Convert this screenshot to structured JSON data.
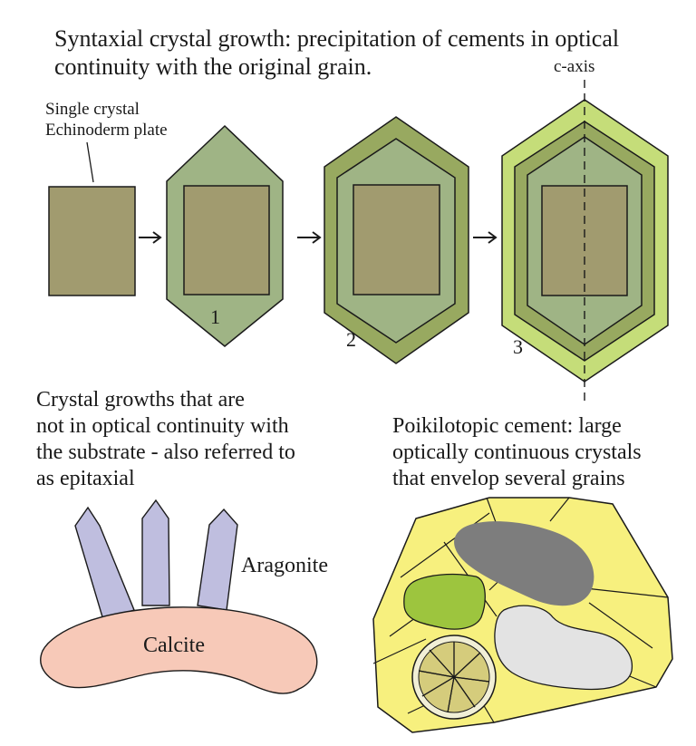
{
  "title": {
    "line1": "Syntaxial crystal growth: precipitation of cements in optical",
    "line2": "continuity with the original grain."
  },
  "syntaxial": {
    "plate_label_line1": "Single crystal",
    "plate_label_line2": "Echinoderm plate",
    "axis_label": "c-axis",
    "stage_labels": [
      "1",
      "2",
      "3"
    ],
    "arrow_glyph": "→"
  },
  "epitaxial": {
    "heading_line1": "Crystal growths that are",
    "heading_line2": "not in optical continuity with",
    "heading_line3": "the substrate - also referred to",
    "heading_line4": "as epitaxial",
    "aragonite_label": "Aragonite",
    "calcite_label": "Calcite"
  },
  "poikilotopic": {
    "heading_line1": "Poikilotopic cement: large",
    "heading_line2": "optically continuous crystals",
    "heading_line3": "that envelop several grains"
  },
  "colors": {
    "plate": "#a19b6f",
    "overgrowth_1": "#9fb485",
    "overgrowth_2": "#98a960",
    "overgrowth_3": "#c5dd79",
    "aragonite": "#bfbedf",
    "calcite": "#f7c9b8",
    "poikilotopic_cement": "#f7f07e",
    "grain_dark": "#7d7d7d",
    "grain_green": "#9dc53e",
    "grain_light": "#e3e3e3",
    "grain_radial": "#d5cc7c"
  }
}
